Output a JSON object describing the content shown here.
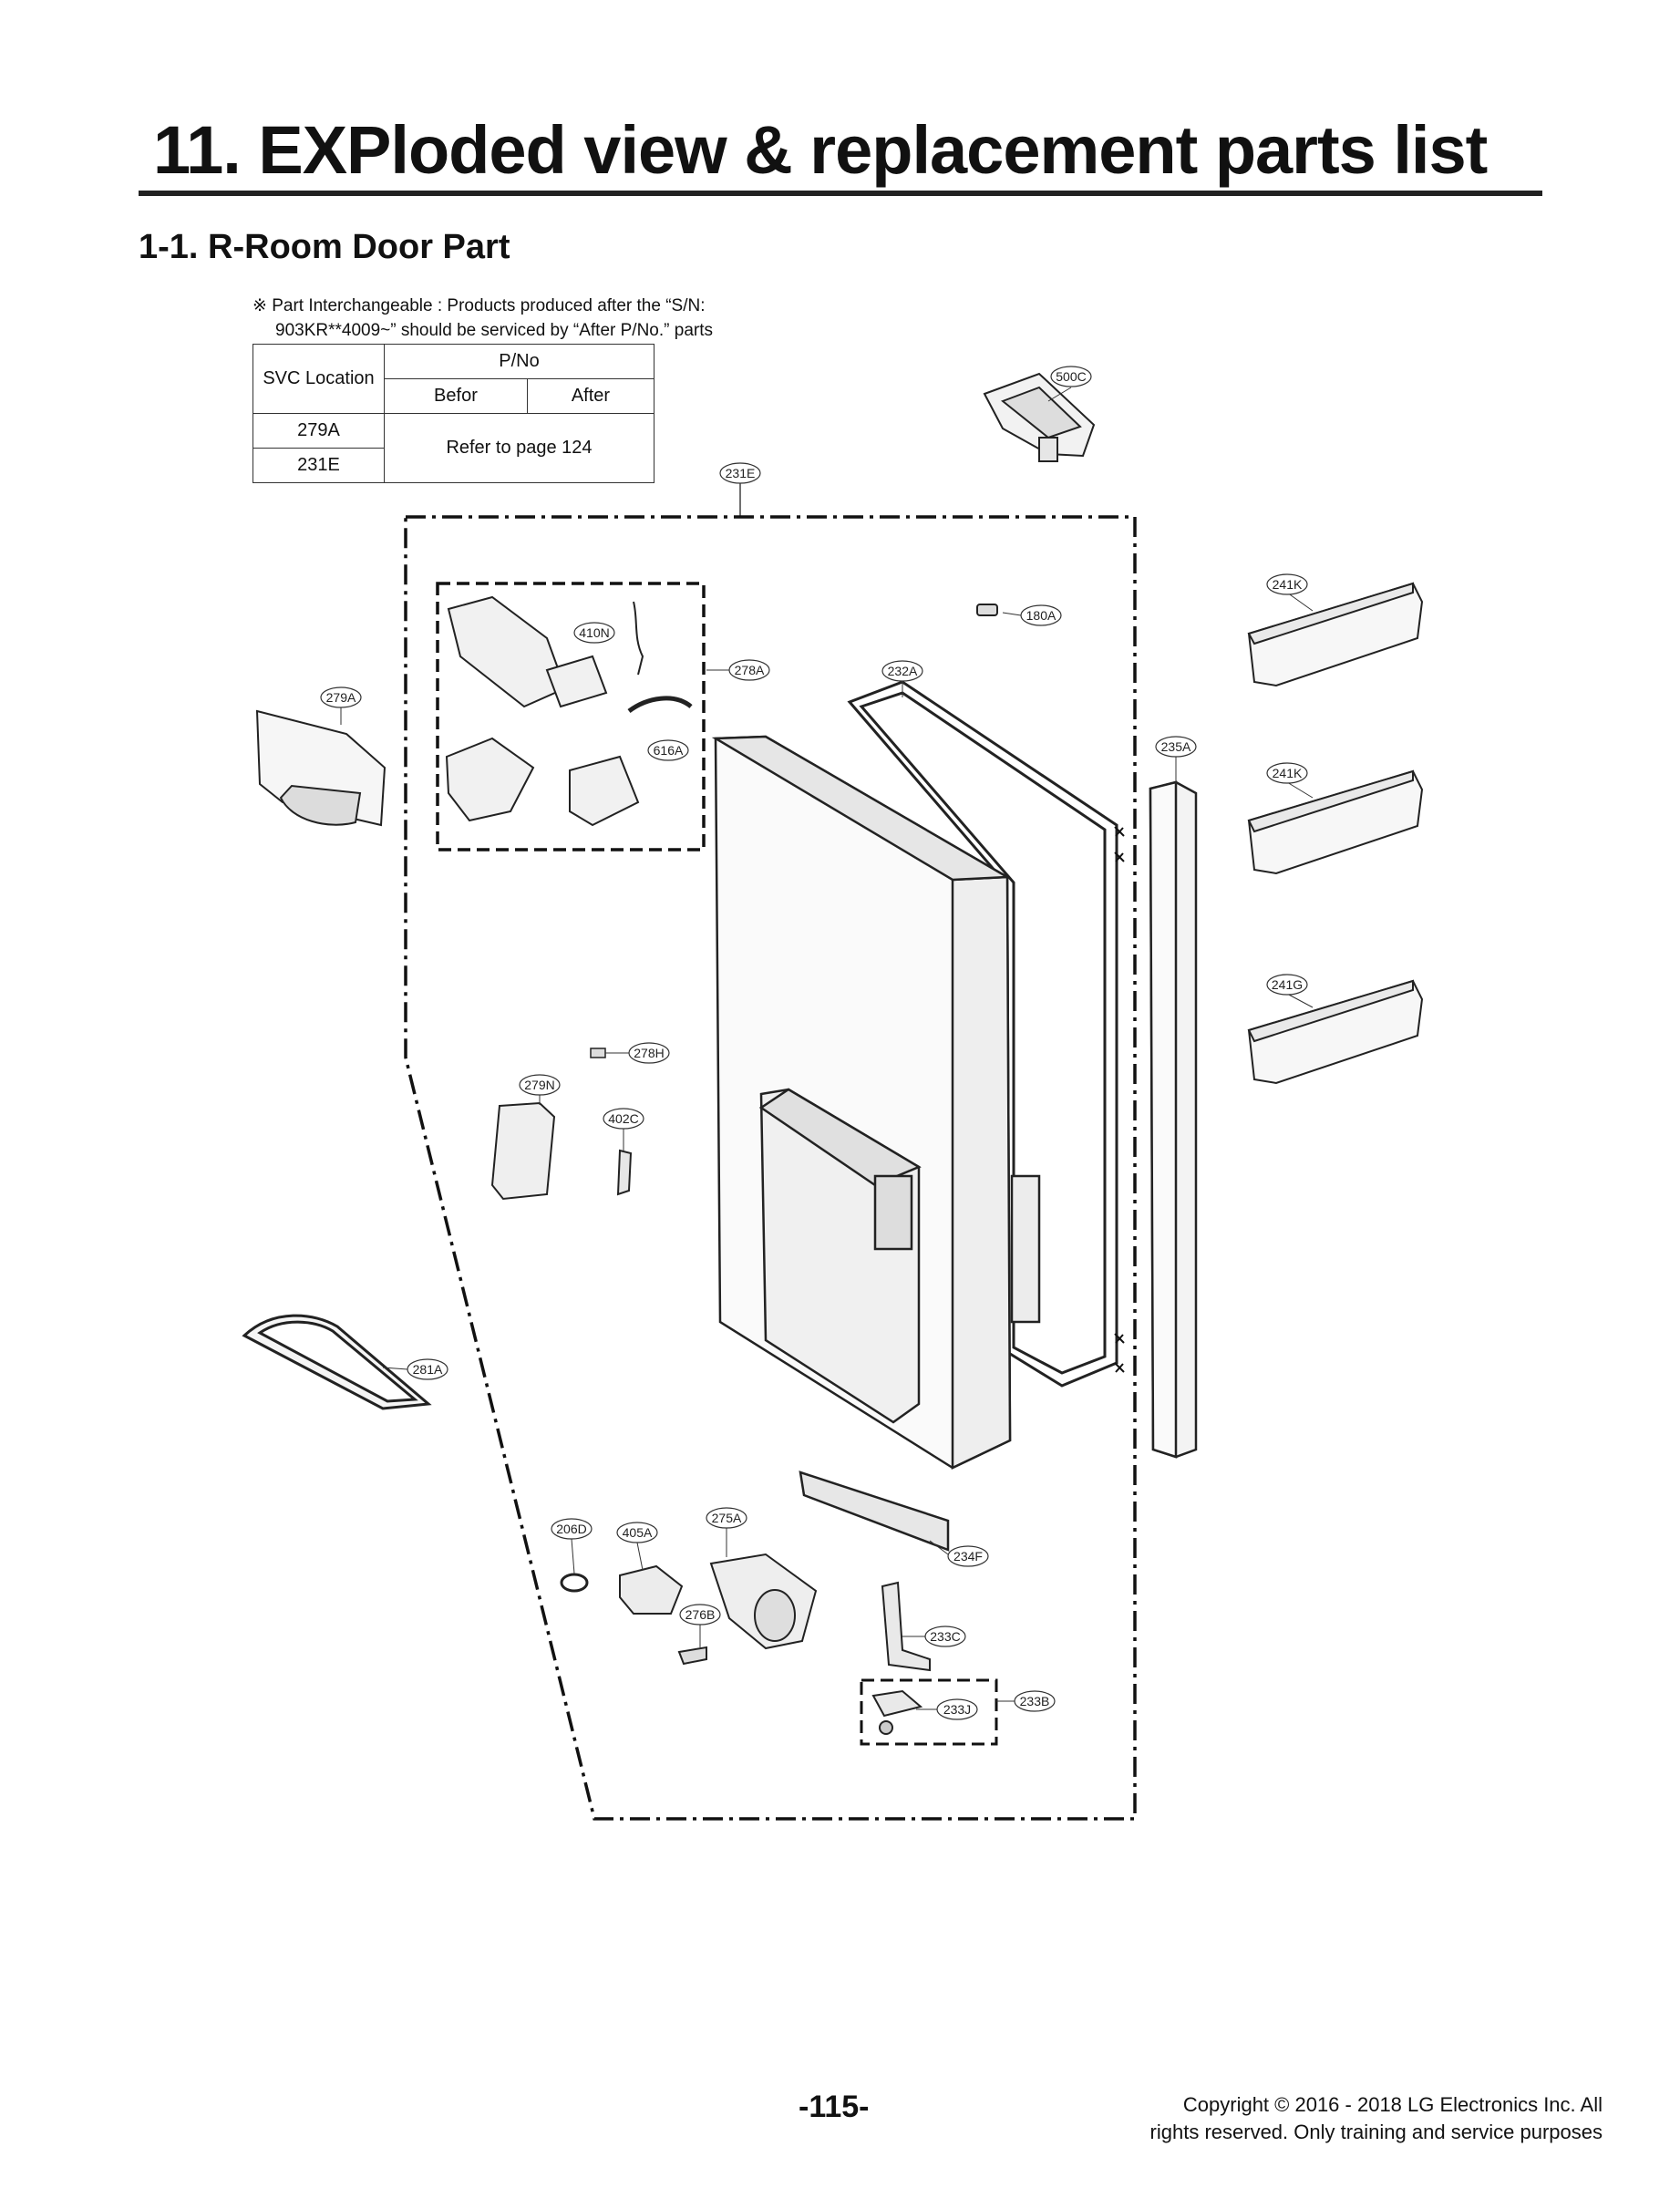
{
  "header": {
    "title": "11. EXPloded view & replacement parts list",
    "subtitle": "1-1. R-Room Door Part"
  },
  "note": {
    "line1": "※ Part Interchangeable : Products produced after the “S/N:",
    "line2": "903KR**4009~” should be serviced by “After P/No.” parts"
  },
  "svc_table": {
    "location_header": "SVC Location",
    "pno_header": "P/No",
    "before_header": "Befor",
    "after_header": "After",
    "rows": [
      "279A",
      "231E"
    ],
    "merged_value": "Refer to page 124"
  },
  "callouts": {
    "c500C": "500C",
    "c231E": "231E",
    "c241K_top": "241K",
    "c180A": "180A",
    "c410N": "410N",
    "c278A": "278A",
    "c232A": "232A",
    "c279A": "279A",
    "c616A": "616A",
    "c235A": "235A",
    "c241K_mid": "241K",
    "c241G": "241G",
    "c278H": "278H",
    "c279N": "279N",
    "c402C": "402C",
    "c281A": "281A",
    "c275A": "275A",
    "c206D": "206D",
    "c405A": "405A",
    "c234F": "234F",
    "c276B": "276B",
    "c233C": "233C",
    "c233B": "233B",
    "c233J": "233J"
  },
  "footer": {
    "page_number": "-115-",
    "copyright_line1": "Copyright © 2016 - 2018 LG Electronics Inc. All",
    "copyright_line2": "rights reserved. Only training and service purposes"
  }
}
